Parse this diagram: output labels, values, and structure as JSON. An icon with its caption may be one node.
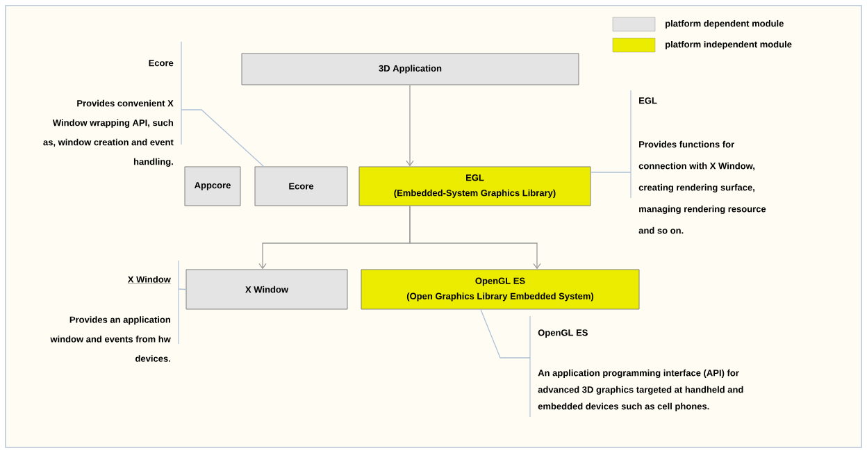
{
  "diagram": {
    "nodes": [
      {
        "text": [
          "3D Application"
        ]
      },
      {
        "text": [
          "Appcore"
        ]
      },
      {
        "text": [
          "Ecore"
        ]
      },
      {
        "text": [
          "EGL",
          "(Embedded-System Graphics Library)"
        ]
      },
      {
        "text": [
          "X Window"
        ]
      },
      {
        "text": [
          "OpenGL ES",
          "(Open Graphics Library Embedded System)"
        ]
      },
      {
        "text": [
          "Ecore",
          "Provides convenient X Window wrapping API, such as, window creation and event handling."
        ]
      },
      {
        "text": [
          "EGL",
          "Provides functions for connection with X Window, creating rendering surface, managing rendering resource and so on."
        ]
      },
      {
        "text": [
          "X Window",
          "Provides an application window and events from hw devices."
        ]
      },
      {
        "text": [
          "OpenGL ES",
          "An application programming interface (API) for advanced 3D graphics targeted at handheld and embedded devices such as cell phones."
        ]
      }
    ],
    "edges": [
      {
        "from": 0,
        "to": 3,
        "arrow": "to",
        "color": "#9a9a9a"
      },
      {
        "from": 3,
        "to": 4,
        "arrow": "to",
        "color": "#9a9a9a"
      },
      {
        "from": 3,
        "to": 5,
        "arrow": "to",
        "color": "#9a9a9a"
      },
      {
        "from": 6,
        "to": 2,
        "arrow": "none"
      },
      {
        "from": 7,
        "to": 3,
        "arrow": "none"
      },
      {
        "from": 8,
        "to": 4,
        "arrow": "none"
      },
      {
        "from": 9,
        "to": 5,
        "arrow": "none"
      }
    ],
    "legend": [
      {
        "text": "platform dependent module",
        "color": "#e4e4e4"
      },
      {
        "text": "platform independent module",
        "color": "#ecec00"
      }
    ]
  }
}
